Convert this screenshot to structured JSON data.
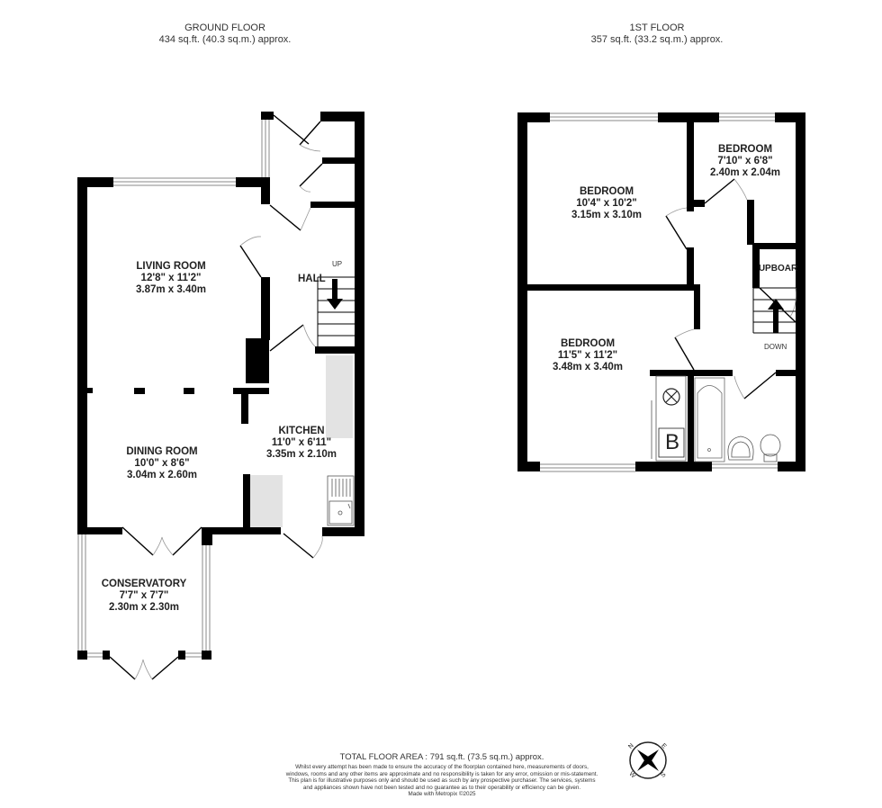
{
  "ground_floor": {
    "title": "GROUND FLOOR",
    "area": "434 sq.ft. (40.3 sq.m.) approx.",
    "rooms": [
      {
        "name": "LIVING ROOM",
        "imperial": "12'8\"  x 11'2\"",
        "metric": "3.87m  x 3.40m"
      },
      {
        "name": "DINING ROOM",
        "imperial": "10'0\"  x 8'6\"",
        "metric": "3.04m  x 2.60m"
      },
      {
        "name": "KITCHEN",
        "imperial": "11'0\"  x 6'11\"",
        "metric": "3.35m  x 2.10m"
      },
      {
        "name": "CONSERVATORY",
        "imperial": "7'7\"  x 7'7\"",
        "metric": "2.30m  x 2.30m"
      }
    ],
    "labels": {
      "hall": "HALL",
      "up": "UP"
    }
  },
  "first_floor": {
    "title": "1ST FLOOR",
    "area": "357 sq.ft. (33.2 sq.m.) approx.",
    "rooms": [
      {
        "name": "BEDROOM",
        "imperial": "10'4\"  x 10'2\"",
        "metric": "3.15m  x 3.10m"
      },
      {
        "name": "BEDROOM",
        "imperial": "7'10\"  x 6'8\"",
        "metric": "2.40m  x 2.04m"
      },
      {
        "name": "BEDROOM",
        "imperial": "11'5\"  x 11'2\"",
        "metric": "3.48m  x 3.40m"
      }
    ],
    "labels": {
      "cupboard": "UPBOAR",
      "down": "DOWN",
      "boiler": "B"
    }
  },
  "footer": {
    "total": "TOTAL FLOOR AREA : 791 sq.ft. (73.5 sq.m.) approx.",
    "disclaimer": "Whilst every attempt has been made to ensure the accuracy of the floorplan contained here, measurements of doors, windows, rooms and any other items are approximate and no responsibility is taken for any error, omission or mis-statement. This plan is for illustrative purposes only and should be used as such by any prospective purchaser. The services, systems and appliances shown have not been tested and no guarantee as to their operability or efficiency can be given.",
    "made_with": "Made with Metropix ©2025"
  },
  "compass": {
    "n": "N",
    "e": "E",
    "s": "S",
    "w": "W"
  },
  "colors": {
    "wall": "#000000",
    "fitted_unit": "#e3e3e3",
    "window": "#888888",
    "text": "#222222"
  }
}
